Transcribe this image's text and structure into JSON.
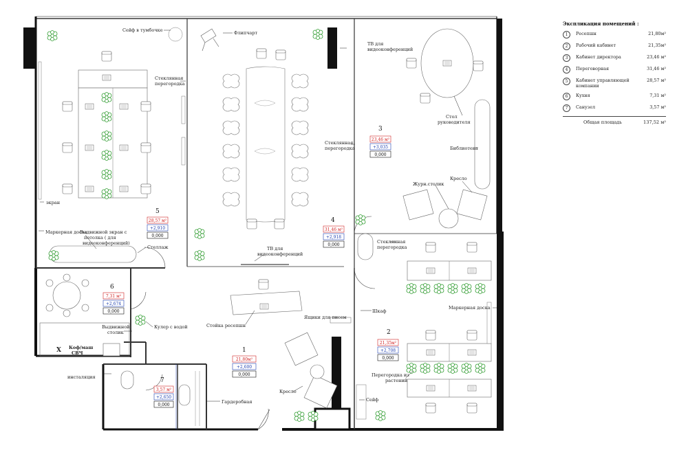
{
  "legend": {
    "title": "Экспликация помещений :",
    "rows": [
      {
        "num": "1",
        "name": "Ресепшн",
        "area": "21,80м²"
      },
      {
        "num": "2",
        "name": "Рабочий кабинет",
        "area": "21,35м²"
      },
      {
        "num": "3",
        "name": "Кабинет директора",
        "area": "23,46 м²"
      },
      {
        "num": "4",
        "name": "Переговорная",
        "area": "31,46 м²"
      },
      {
        "num": "5",
        "name": "Кабинет управляющей компании",
        "area": "28,57 м²"
      },
      {
        "num": "6",
        "name": "Кухня",
        "area": "7,31 м²"
      },
      {
        "num": "7",
        "name": "Санузел",
        "area": "3,57 м²"
      }
    ],
    "total_label": "Общая площадь",
    "total_value": "137,52 м²"
  },
  "rooms": {
    "r1": {
      "num": "1",
      "area": "21,80м²",
      "level": "+2,600",
      "base": "0,000"
    },
    "r2": {
      "num": "2",
      "area": "21,35м²",
      "level": "+2,708",
      "base": "0,000"
    },
    "r3": {
      "num": "3",
      "area": "23,46 м²",
      "level": "+3,035",
      "base": "0,000"
    },
    "r4": {
      "num": "4",
      "area": "31,46 м²",
      "level": "+2,918",
      "base": "0,000"
    },
    "r5": {
      "num": "5",
      "area": "28,57 м²",
      "level": "+2,910",
      "base": "0,000"
    },
    "r6": {
      "num": "6",
      "area": "7,31 м²",
      "level": "+2,674",
      "base": "0,000"
    },
    "r7": {
      "num": "7",
      "area": "3,57 м²",
      "level": "+2,650",
      "base": "0,000"
    }
  },
  "labels": {
    "safe_locker": "Сейф в тумбочке",
    "flipchart": "Флипчарт",
    "tv_conf_top_1": "ТВ для",
    "tv_conf_top_2": "видеоконференций",
    "glass_partition_a_1": "Стеклянная",
    "glass_partition_a_2": "перегородка",
    "glass_partition_b_1": "Стеклянная",
    "glass_partition_b_2": "перегородка",
    "glass_partition_c_1": "Стеклянная",
    "glass_partition_c_2": "перегородка",
    "director_desk_1": "Стол",
    "director_desk_2": "руководителя",
    "library": "Библиотека",
    "screen": "экран",
    "marker_board_left": "Маркерная доска",
    "pull_screen_1": "Выдвижной экран с",
    "pull_screen_2": "потолка ( для",
    "pull_screen_3": "видеоконференций)",
    "rack": "Стеллаж",
    "tv_conf_bottom_1": "ТВ для",
    "tv_conf_bottom_2": "видеоконференций",
    "coffee_table": "Журн.столик",
    "armchair_right": "Кресло",
    "reception_desk": "Стойка ресепшн",
    "mailbox": "Ящики для писем",
    "wardrobe_top": "Шкаф",
    "marker_board_right": "Маркерная доска",
    "pull_table_1": "Выдвижной",
    "pull_table_2": "столик",
    "cooler": "Кулер с водой",
    "x_mark": "X",
    "coffee_1": "Коф/маш",
    "coffee_2": "СВЧ",
    "installation": "инсталяция",
    "wardrobe_room": "Гардеробная",
    "armchair_bottom": "Кресло",
    "safe_bottom": "Сейф",
    "plant_partition_1": "Перегородка из",
    "plant_partition_2": "растений"
  }
}
